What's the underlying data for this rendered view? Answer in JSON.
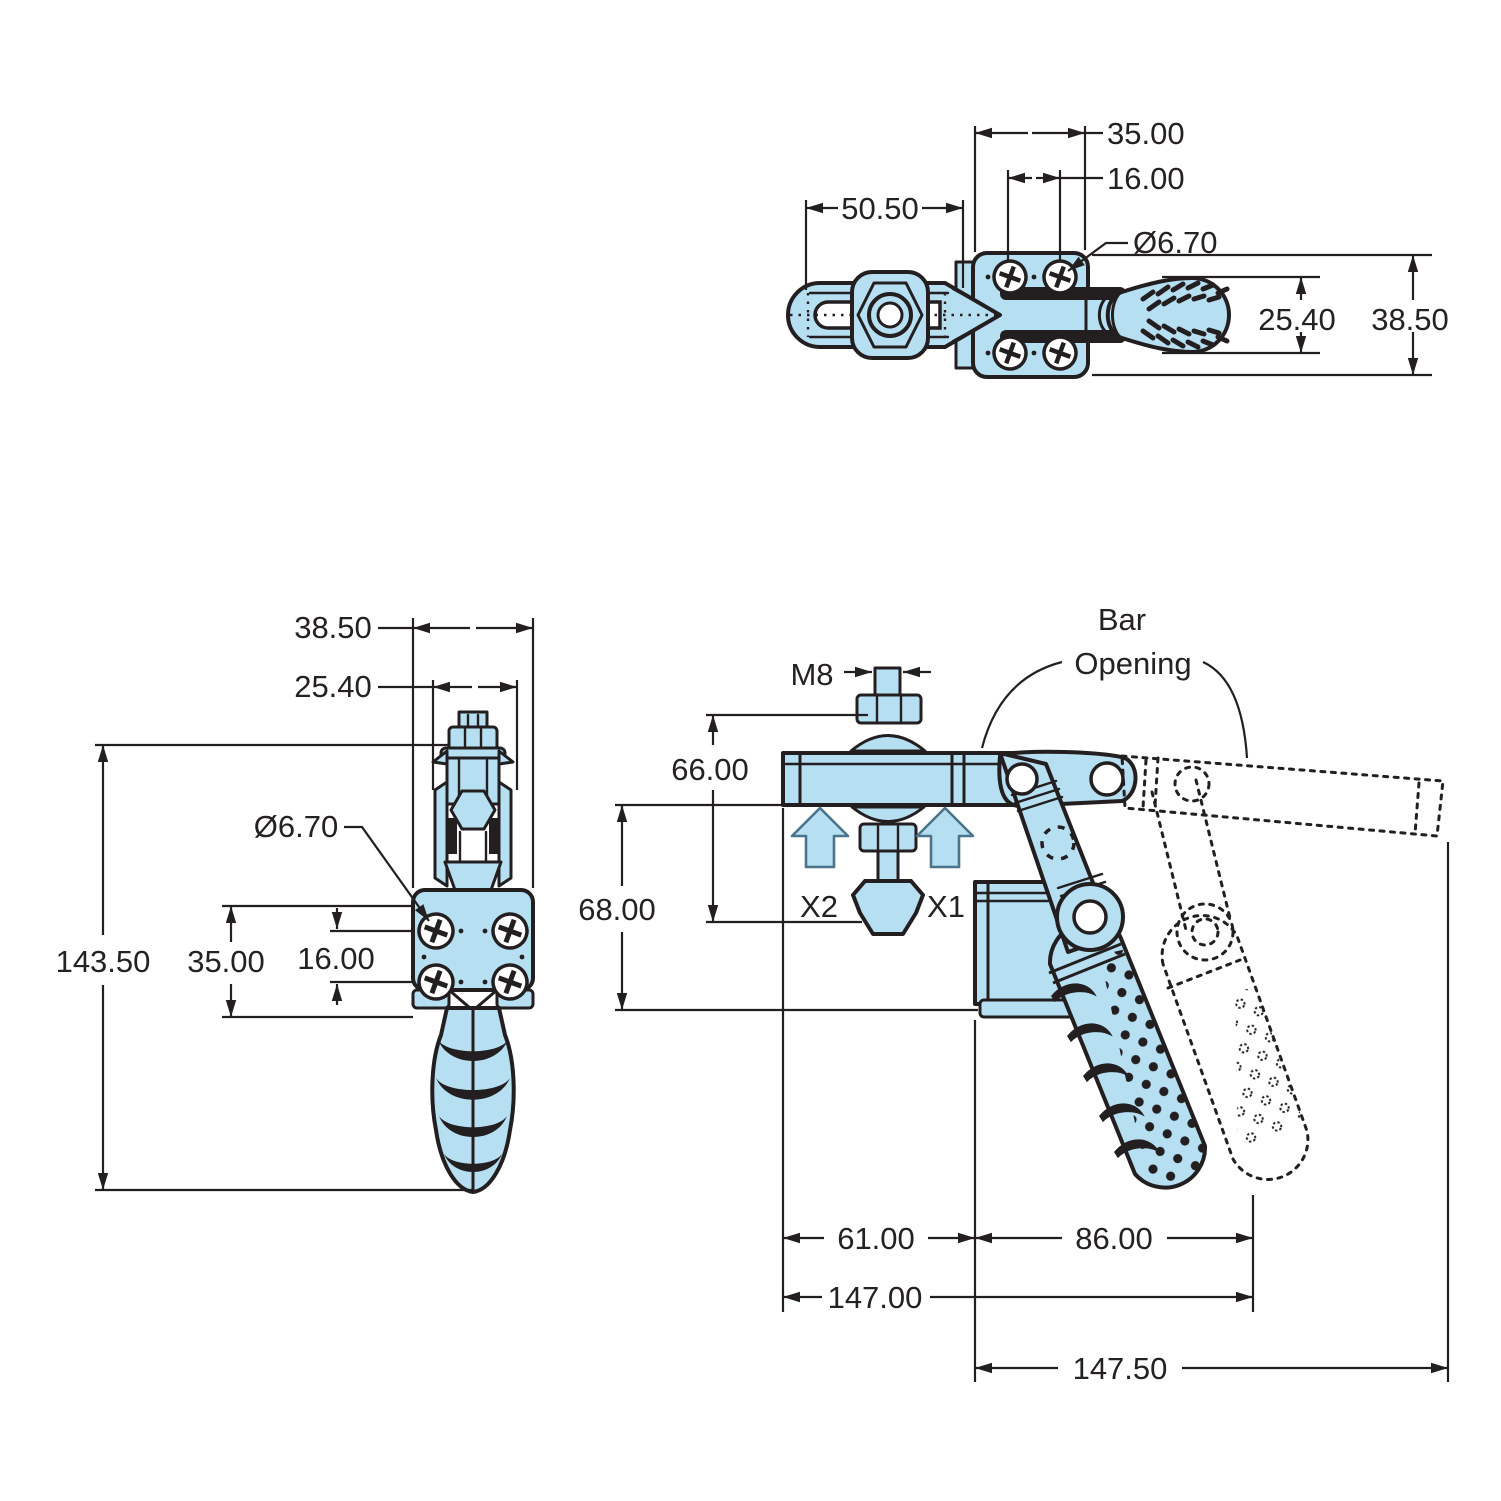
{
  "colors": {
    "background": "#ffffff",
    "line": "#231f20",
    "part_fill": "#b7dff2",
    "dim_text": "#242122",
    "arrow_outline": "#49748c"
  },
  "top_view": {
    "bracket_width": "35.00",
    "hole_spacing": "16.00",
    "arm_length": "50.50",
    "hole_diameter": "Ø6.70",
    "handle_diameter": "25.40",
    "bracket_height": "38.50"
  },
  "front_view": {
    "bracket_width": "38.50",
    "body_width": "25.40",
    "hole_diameter": "Ø6.70",
    "total_height": "143.50",
    "plate_height": "35.00",
    "hole_spacing": "16.00"
  },
  "side_view": {
    "thread": "M8",
    "spindle_height": "66.00",
    "body_height": "68.00",
    "arrow_left": "X2",
    "arrow_right": "X1",
    "bar_opening_line1": "Bar",
    "bar_opening_line2": "Opening",
    "base_offset": "61.00",
    "handle_reach": "86.00",
    "total_length": "147.00",
    "open_length": "147.50"
  }
}
